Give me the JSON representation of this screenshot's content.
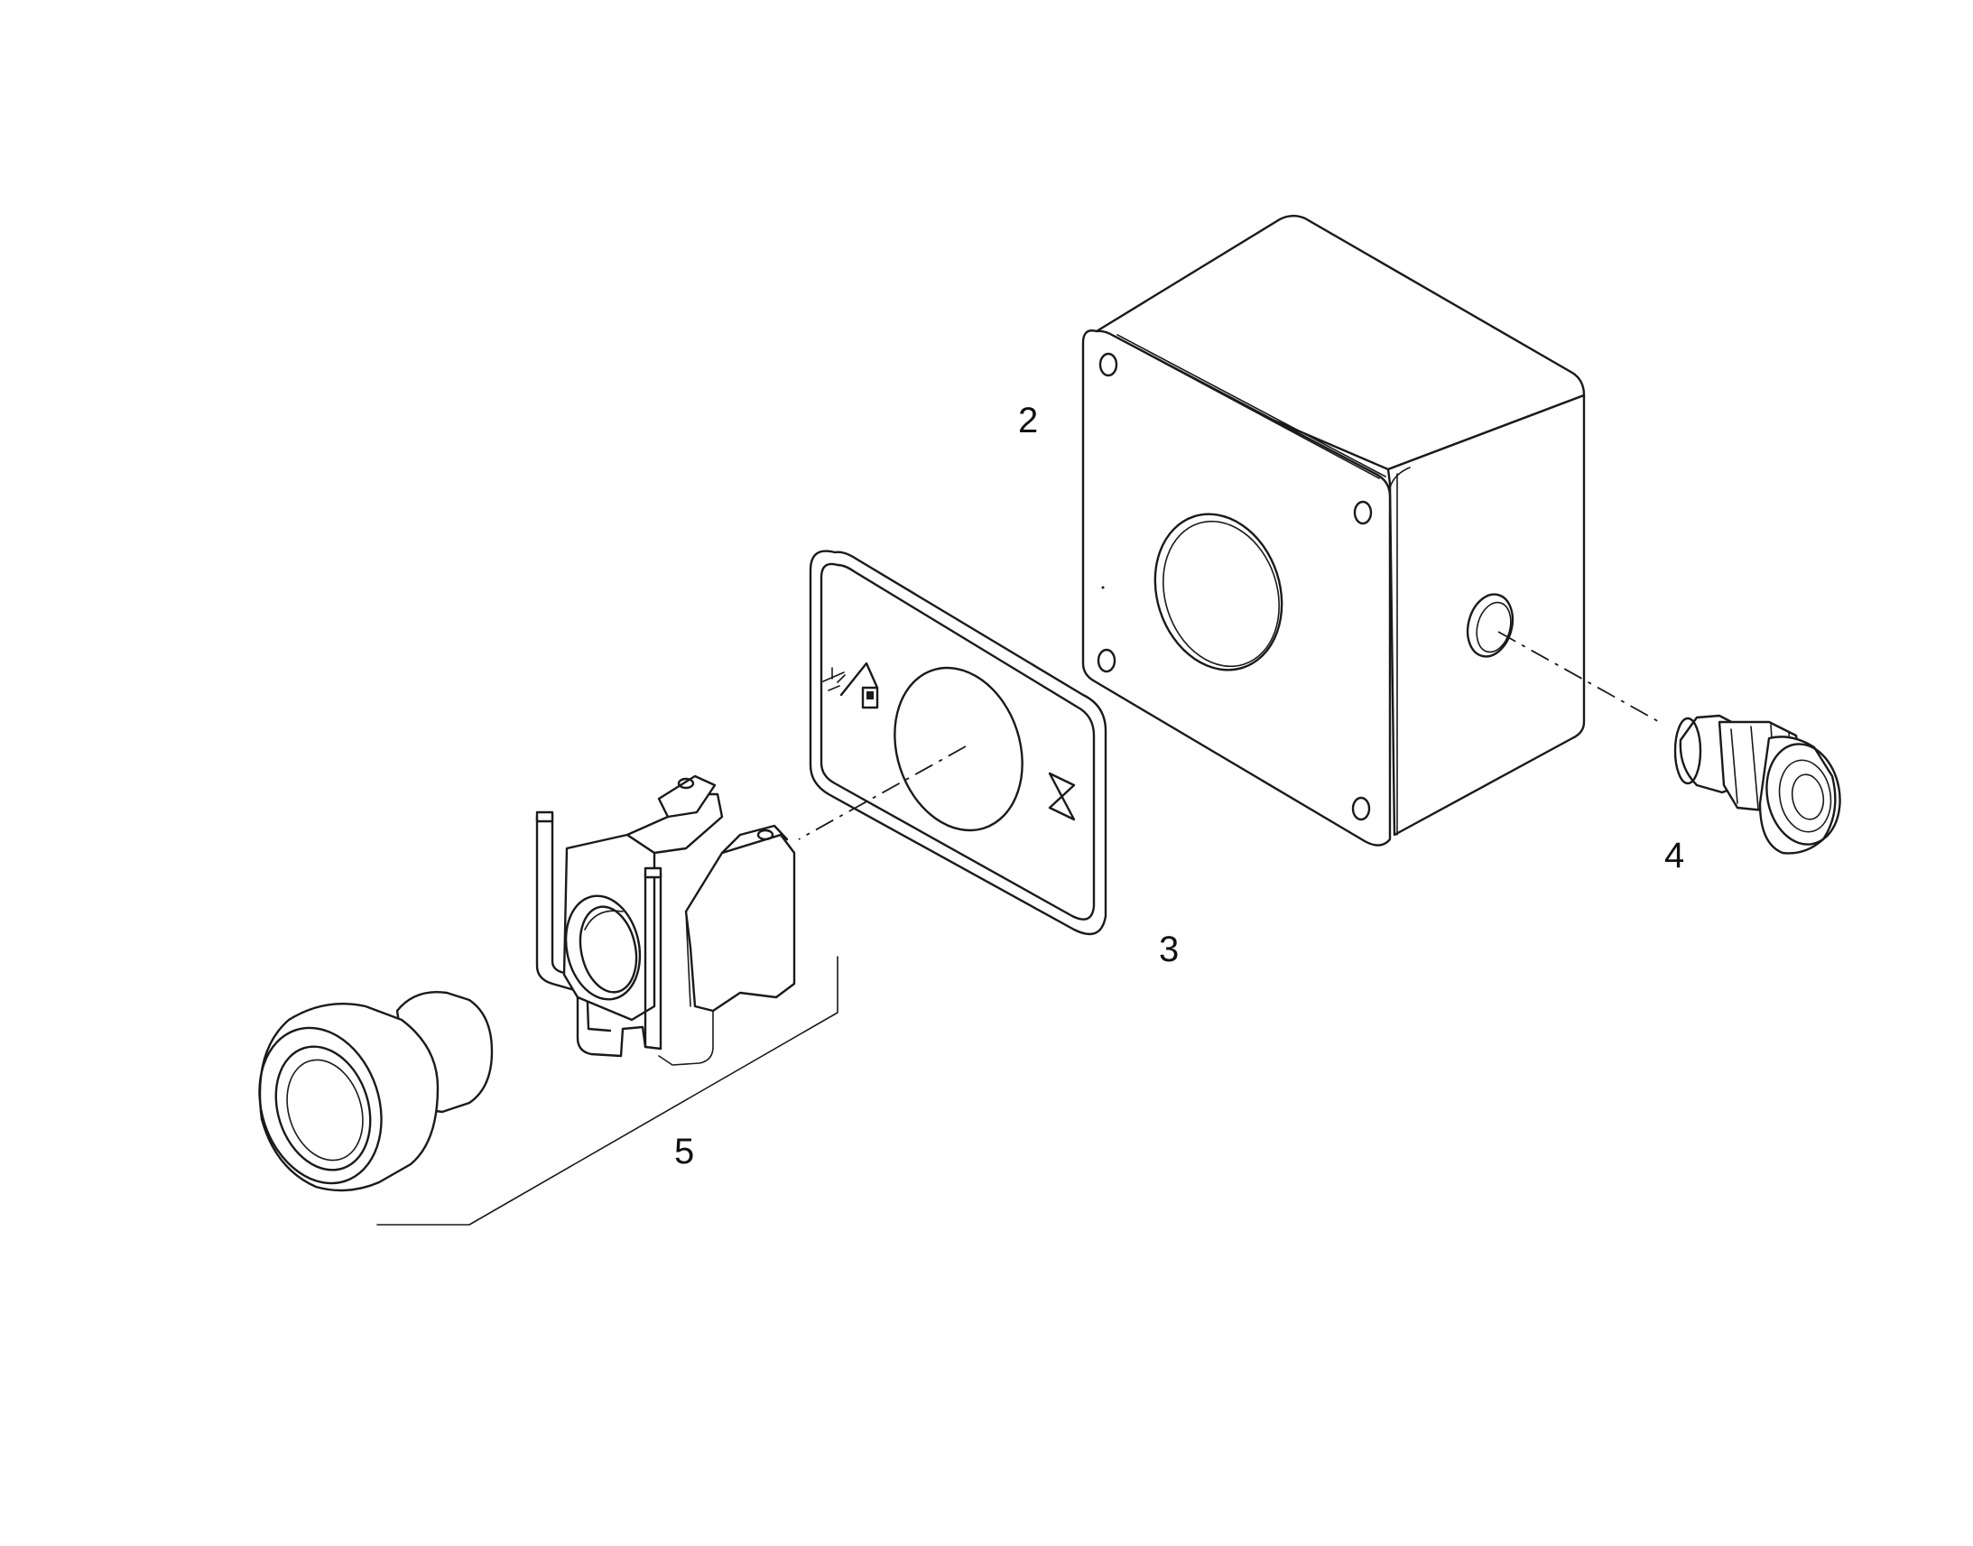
{
  "diagram": {
    "callouts": {
      "box": "2",
      "gasket_plate": "3",
      "cable_gland": "4",
      "button_assembly": "5"
    },
    "parts": [
      {
        "id": "box",
        "icon": "enclosure-box-icon"
      },
      {
        "id": "gasket_plate",
        "icon": "legend-plate-gasket-icon"
      },
      {
        "id": "cable_gland",
        "icon": "cable-gland-icon"
      },
      {
        "id": "contact_block",
        "icon": "contact-block-icon"
      },
      {
        "id": "push_button",
        "icon": "push-button-icon"
      }
    ],
    "background": "#ffffff",
    "line_color": "#1a1a1a"
  }
}
